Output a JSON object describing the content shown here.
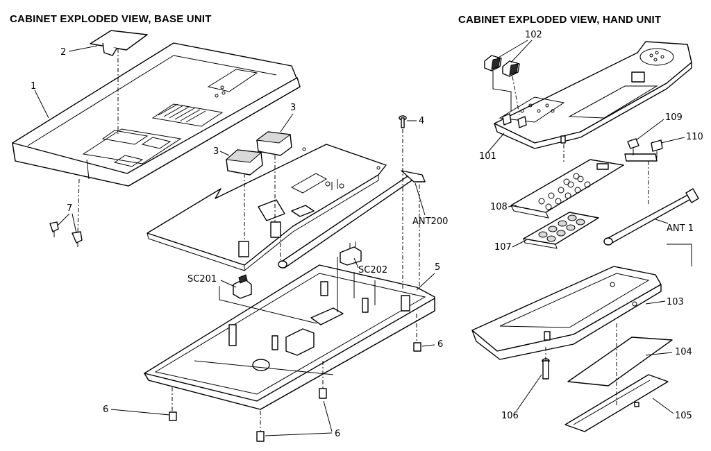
{
  "titles": {
    "base": "CABINET EXPLODED VIEW, BASE UNIT",
    "hand": "CABINET EXPLODED VIEW, HAND UNIT"
  },
  "callouts": {
    "c1": "1",
    "c2": "2",
    "c3a": "3",
    "c3b": "3",
    "c4": "4",
    "c5": "5",
    "c6a": "6",
    "c6b": "6",
    "c6c": "6",
    "c7": "7",
    "ant200": "ANT200",
    "sc201": "SC201",
    "sc202": "SC202",
    "c101": "101",
    "c102": "102",
    "c103": "103",
    "c104": "104",
    "c105": "105",
    "c106": "106",
    "c107": "107",
    "c108": "108",
    "c109": "109",
    "c110": "110",
    "ant1": "ANT 1"
  }
}
